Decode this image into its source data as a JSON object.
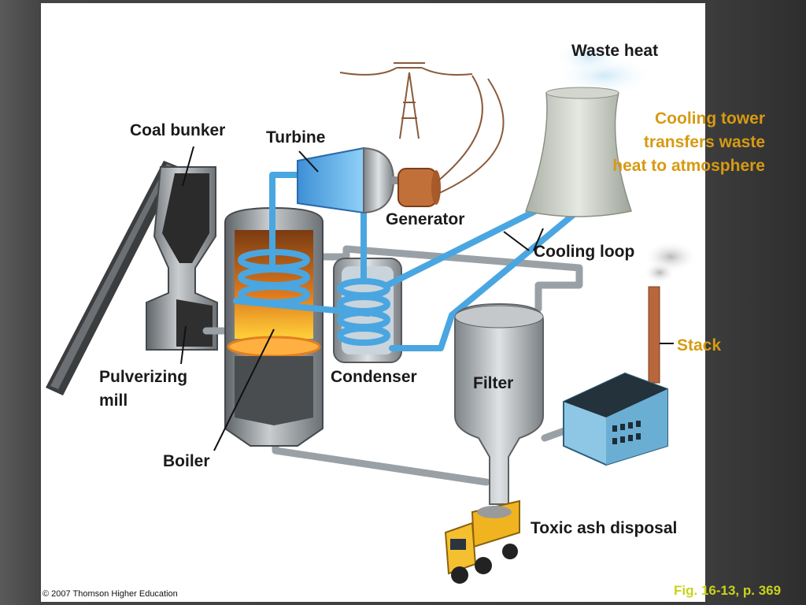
{
  "labels": {
    "waste_heat": "Waste heat",
    "cooling_tower": "Cooling tower transfers waste heat to atmosphere",
    "coal_bunker": "Coal bunker",
    "turbine": "Turbine",
    "generator": "Generator",
    "cooling_loop": "Cooling loop",
    "stack": "Stack",
    "pulverizing_mill": "Pulverizing mill",
    "condenser": "Condenser",
    "filter": "Filter",
    "boiler": "Boiler",
    "toxic_ash_disposal": "Toxic ash disposal"
  },
  "copyright": "© 2007 Thomson Higher Education",
  "figure_caption": "Fig. 16-13, p. 369",
  "colors": {
    "highlight_label": "#d79a12",
    "caption": "#c8d41a",
    "water_pipe": "#4aa6e0",
    "gray_pipe": "#9aa1a6"
  }
}
